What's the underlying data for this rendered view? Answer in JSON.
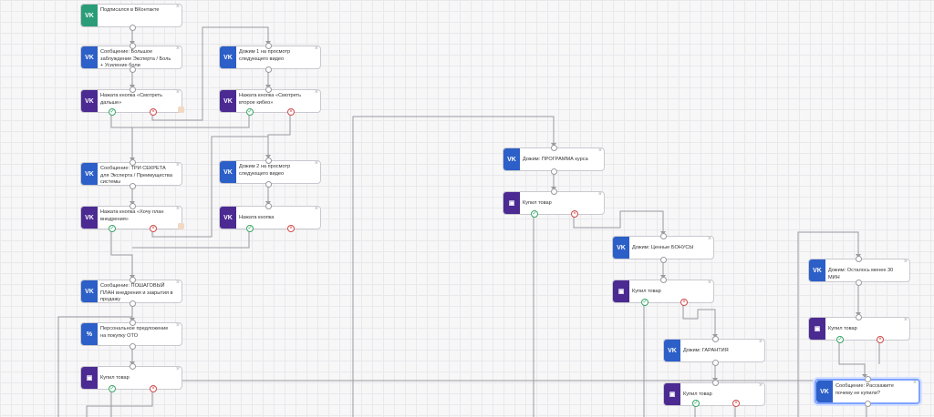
{
  "nodes": [
    {
      "id": "n1",
      "type": "sub",
      "label": "Подписался в ВКонтакте"
    },
    {
      "id": "n2",
      "type": "vk",
      "label": "Сообщение: Большое заблуждение Эксперта / Боль + Усиление боли"
    },
    {
      "id": "n3",
      "type": "btn",
      "label": "Нажата кнопка «Смотреть дальше»"
    },
    {
      "id": "n4",
      "type": "vk",
      "label": "Дожим 1 на просмотр следующего видео"
    },
    {
      "id": "n5",
      "type": "btn",
      "label": "Нажата кнопка «Смотреть второе кибео»"
    },
    {
      "id": "n6",
      "type": "vk",
      "label": "Сообщение: ТРИ СЕКРЕТА для Эксперта / Преимущества системы"
    },
    {
      "id": "n7",
      "type": "btn",
      "label": "Нажата кнопка «Хочу план внедрения»"
    },
    {
      "id": "n8",
      "type": "vk",
      "label": "Дожим 2 на просмотр следующего видео"
    },
    {
      "id": "n9",
      "type": "btn",
      "label": "Нажата кнопка"
    },
    {
      "id": "n10",
      "type": "vk",
      "label": "Сообщение: ПОШАГОВЫЙ ПЛАН внедрения и закрытия в продажу"
    },
    {
      "id": "n11",
      "type": "pct",
      "label": "Персональное предложение на покупку OTO"
    },
    {
      "id": "n12",
      "type": "buy",
      "label": "Купил товар"
    },
    {
      "id": "n13",
      "type": "vk",
      "label": "Дожим: ПРОГРАММА курса"
    },
    {
      "id": "n14",
      "type": "buy",
      "label": "Купил товар"
    },
    {
      "id": "n15",
      "type": "vk",
      "label": "Дожим: Ценные БОНУСЫ"
    },
    {
      "id": "n16",
      "type": "buy",
      "label": "Купил товар"
    },
    {
      "id": "n17",
      "type": "vk",
      "label": "Дожим: ГАРАНТИЯ"
    },
    {
      "id": "n18",
      "type": "buy",
      "label": "Купил товар"
    },
    {
      "id": "n19",
      "type": "vk",
      "label": "Дожим: Осталось менее 30 МИН"
    },
    {
      "id": "n20",
      "type": "buy",
      "label": "Купил товар"
    },
    {
      "id": "n21",
      "type": "vk",
      "label": "Сообщение: Расскажите почему не купили?"
    }
  ],
  "icons": {
    "vk": "vk-logo-icon",
    "sub": "vk-logo-icon",
    "btn": "vk-logo-icon",
    "buy": "money-icon",
    "pct": "percent-icon"
  },
  "colors": {
    "vk": "#2c5fc7",
    "subscribe": "#2a9d78",
    "button": "#4b2a92",
    "success": "#3aa667",
    "fail": "#d24b4b"
  }
}
